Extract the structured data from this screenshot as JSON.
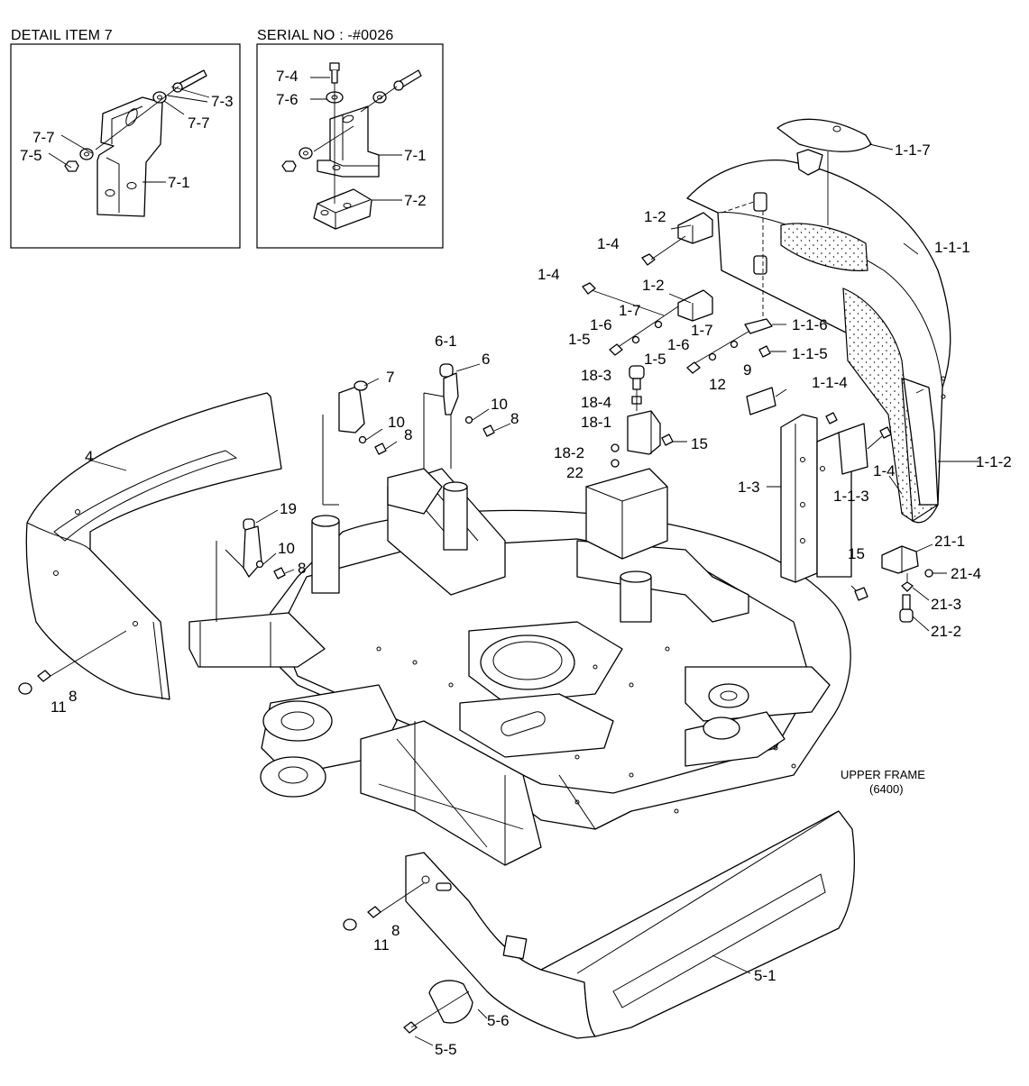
{
  "detail_boxes": [
    {
      "title": "DETAIL ITEM 7"
    },
    {
      "title": "SERIAL NO : -#0026"
    }
  ],
  "frame_caption": {
    "line1": "UPPER FRAME",
    "line2": "(6400)"
  },
  "labels": {
    "d1_7_3": "7-3",
    "d1_7_7a": "7-7",
    "d1_7_7b": "7-7",
    "d1_7_5": "7-5",
    "d1_7_1": "7-1",
    "d2_7_4": "7-4",
    "d2_7_6": "7-6",
    "d2_7_1": "7-1",
    "d2_7_2": "7-2",
    "l_1_1_7": "1-1-7",
    "l_1_1_1": "1-1-1",
    "l_1_2a": "1-2",
    "l_1_2b": "1-2",
    "l_1_4a": "1-4",
    "l_1_4b": "1-4",
    "l_1_4c": "1-4",
    "l_1_7a": "1-7",
    "l_1_7b": "1-7",
    "l_1_6a": "1-6",
    "l_1_6b": "1-6",
    "l_1_5a": "1-5",
    "l_1_5b": "1-5",
    "l_1_1_6": "1-1-6",
    "l_1_1_5": "1-1-5",
    "l_1_1_4": "1-1-4",
    "l_1_1_3": "1-1-3",
    "l_1_1_2": "1-1-2",
    "l_1_3": "1-3",
    "l_9": "9",
    "l_12": "12",
    "l_18_3": "18-3",
    "l_18_4": "18-4",
    "l_18_1": "18-1",
    "l_18_2": "18-2",
    "l_22": "22",
    "l_15a": "15",
    "l_15b": "15",
    "l_6_1": "6-1",
    "l_6": "6",
    "l_7": "7",
    "l_10a": "10",
    "l_10b": "10",
    "l_10c": "10",
    "l_8a": "8",
    "l_8b": "8",
    "l_8c": "8",
    "l_8d": "8",
    "l_8e": "8",
    "l_4": "4",
    "l_19": "19",
    "l_11a": "11",
    "l_11b": "11",
    "l_21_1": "21-1",
    "l_21_4": "21-4",
    "l_21_3": "21-3",
    "l_21_2": "21-2",
    "l_5_1": "5-1",
    "l_5_6": "5-6",
    "l_5_5": "5-5"
  }
}
